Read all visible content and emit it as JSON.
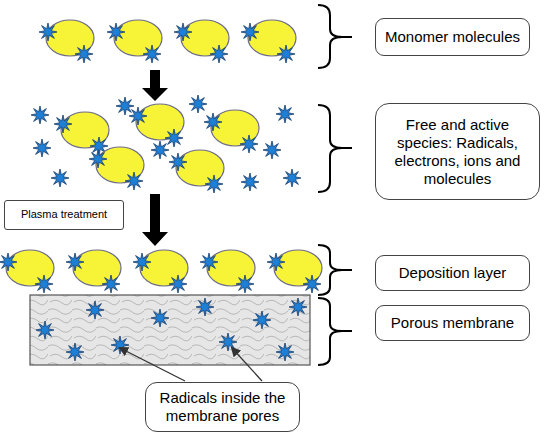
{
  "diagram": {
    "nodes": [
      {
        "text": [
          "Monomer molecules"
        ]
      },
      {
        "text": [
          "Free and active species: Radicals, electrons, ions and molecules"
        ]
      },
      {
        "text": [
          "Plasma treatment"
        ]
      },
      {
        "text": [
          "Deposition layer"
        ]
      },
      {
        "text": [
          "Porous membrane"
        ]
      },
      {
        "text": [
          "Radicals inside the membrane pores"
        ]
      }
    ]
  }
}
